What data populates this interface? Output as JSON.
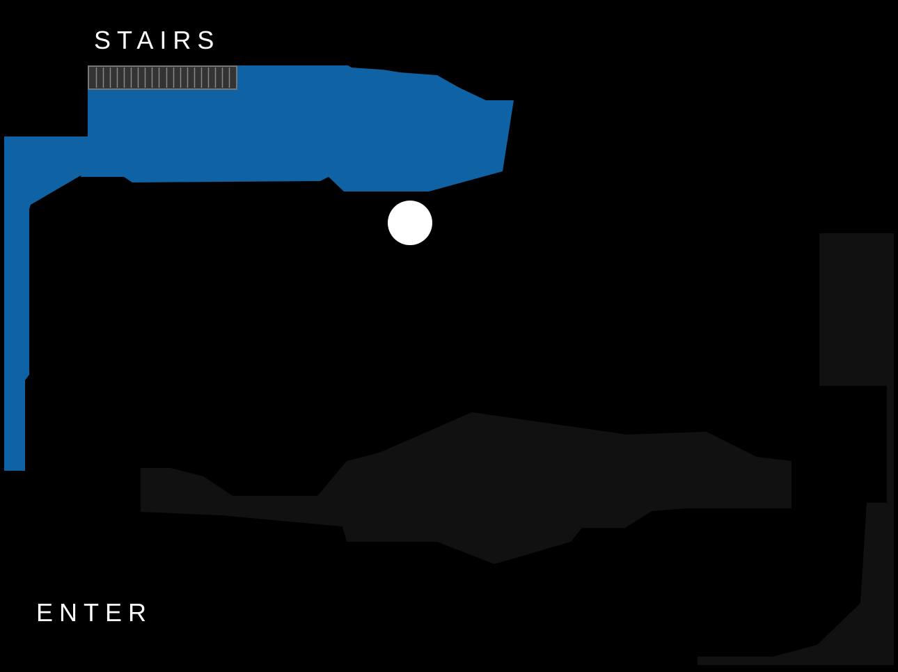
{
  "labels": {
    "stairs": "STAIRS",
    "enter": "ENTER"
  },
  "colors": {
    "background": "#000000",
    "explored_area": "#0f62a3",
    "unexplored_area": "#111111",
    "stairs_fill": "#333333",
    "stairs_lines": "#888888",
    "player": "#ffffff",
    "text": "#ffffff"
  },
  "stairs": {
    "step_count": 21
  }
}
